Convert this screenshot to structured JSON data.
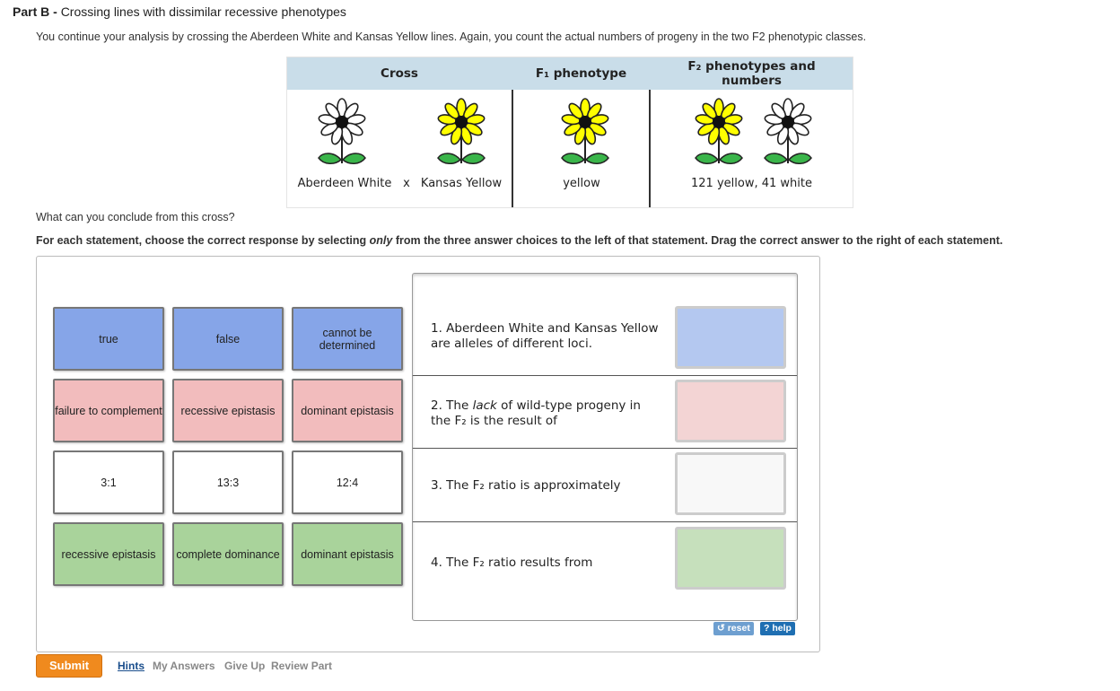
{
  "part": {
    "label": "Part B -",
    "title": "Crossing lines with dissimilar recessive phenotypes"
  },
  "intro": "You continue your analysis by crossing the Aberdeen White and Kansas Yellow lines. Again, you count the actual numbers of progeny in the two F2 phenotypic classes.",
  "table": {
    "headers": [
      "Cross",
      "F₁ phenotype",
      "F₂ phenotypes and numbers"
    ],
    "cross_left": "Aberdeen White",
    "cross_x": "x",
    "cross_right": "Kansas Yellow",
    "f1": "yellow",
    "f2": "121 yellow, 41 white"
  },
  "colors": {
    "yellow_petal": "#ffff00",
    "white_petal": "#ffffff",
    "center": "#111111",
    "leaf": "#3ab54a"
  },
  "question": "What can you conclude from this cross?",
  "instruction": {
    "before": "For each statement, choose the correct response by selecting ",
    "emph": "only",
    "after": " from the three answer choices to the left of that statement. Drag the correct answer to the right of each statement."
  },
  "choices": [
    [
      "true",
      "false",
      "cannot be determined"
    ],
    [
      "failure to complement",
      "recessive epistasis",
      "dominant epistasis"
    ],
    [
      "3:1",
      "13:3",
      "12:4"
    ],
    [
      "recessive epistasis",
      "complete dominance",
      "dominant epistasis"
    ]
  ],
  "statements": {
    "s1": "1. Aberdeen White and Kansas Yellow are alleles of different loci.",
    "s2_a": "2. The ",
    "s2_em": "lack",
    "s2_b": " of wild-type progeny in the F₂ is the result of",
    "s3": "3. The F₂ ratio is approximately",
    "s4": "4. The F₂ ratio results from"
  },
  "buttons": {
    "reset": "↺ reset",
    "help": "? help",
    "submit": "Submit"
  },
  "links": [
    "Hints",
    "My Answers",
    "Give Up",
    "Review Part"
  ]
}
